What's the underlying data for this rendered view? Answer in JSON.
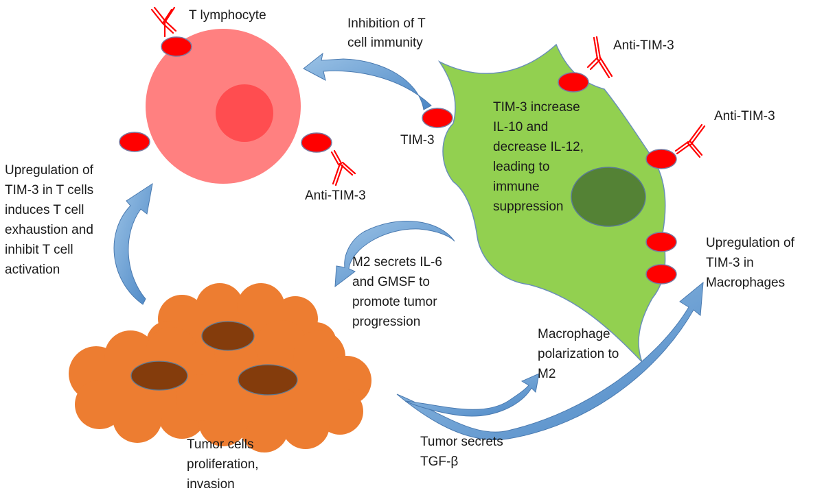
{
  "labels": {
    "t_lymphocyte": "T lymphocyte",
    "inhibition": [
      "Inhibition of T",
      "cell immunity"
    ],
    "tim3_receptor": "TIM-3",
    "anti_tim3_top": "Anti-TIM-3",
    "anti_tim3_right": "Anti-TIM-3",
    "anti_tim3_tcell": "Anti-TIM-3",
    "macrophage_effect": [
      "TIM-3 increase",
      "IL-10 and",
      "decrease IL-12,",
      "leading to",
      "immune",
      "suppression"
    ],
    "upregulation_t": [
      "Upregulation of",
      "TIM-3 in T cells",
      "induces T cell",
      "exhaustion and",
      "inhibit T cell",
      "activation"
    ],
    "m2_secretes": [
      "M2 secrets IL-6",
      "and GMSF to",
      "promote tumor",
      "progression"
    ],
    "upregulation_macro": [
      "Upregulation of",
      "TIM-3 in",
      "Macrophages"
    ],
    "polarization": [
      "Macrophage",
      "polarization to",
      "M2"
    ],
    "tumor_secretes": [
      "Tumor secrets",
      "TGF-β"
    ],
    "tumor_cells": [
      "Tumor cells",
      "proliferation,",
      "invasion"
    ]
  },
  "colors": {
    "t_cell_outer": "#ff8080",
    "t_cell_inner": "#ff4d50",
    "macrophage_body": "#92d050",
    "macrophage_nucleus": "#548235",
    "tumor_cells": "#ed7d31",
    "tumor_nucleus": "#843c0c",
    "receptor": "#ff0000",
    "antibody": "#ff0000",
    "arrow": "#5b9bd5"
  }
}
